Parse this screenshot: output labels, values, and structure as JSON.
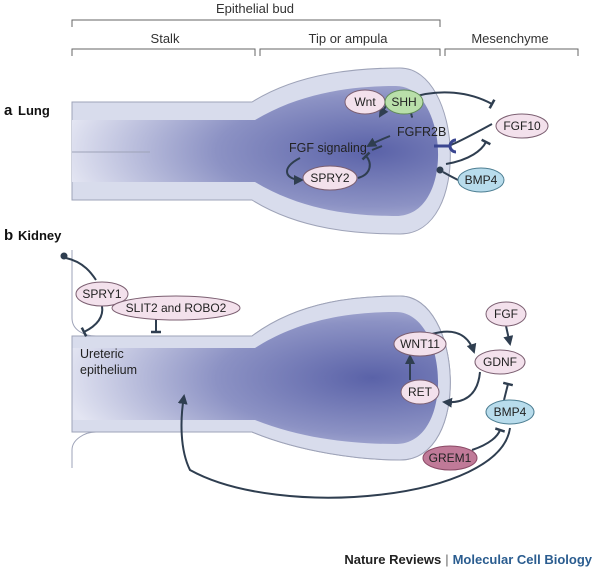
{
  "header": {
    "top": "Epithelial bud",
    "sections": [
      "Stalk",
      "Tip or ampula",
      "Mesenchyme"
    ]
  },
  "panels": {
    "lung": {
      "letter": "a",
      "name": "Lung"
    },
    "kidney": {
      "letter": "b",
      "name": "Kidney"
    }
  },
  "lung_nodes": {
    "wnt": "Wnt",
    "shh": "SHH",
    "fgfr2b": "FGFR2B",
    "fgf_signaling": "FGF signaling",
    "spry2": "SPRY2",
    "fgf10": "FGF10",
    "bmp4": "BMP4"
  },
  "kidney_nodes": {
    "spry1": "SPRY1",
    "slit_robo": "SLIT2 and ROBO2",
    "ureteric_line1": "Ureteric",
    "ureteric_line2": "epithelium",
    "wnt11": "WNT11",
    "ret": "RET",
    "fgf": "FGF",
    "gdnf": "GDNF",
    "bmp4": "BMP4",
    "grem1": "GREM1"
  },
  "footer": {
    "journal": "Nature Reviews",
    "separator": "|",
    "subjournal": "Molecular Cell Biology"
  },
  "colors": {
    "bud_dark": "#6c73ad",
    "bud_light": "#d8dcec",
    "node_pink": "#f3e1ec",
    "node_green": "#b9dfaa",
    "node_blue": "#b8dcec",
    "node_grem": "#c07a98",
    "arrow": "#2f3e50"
  }
}
